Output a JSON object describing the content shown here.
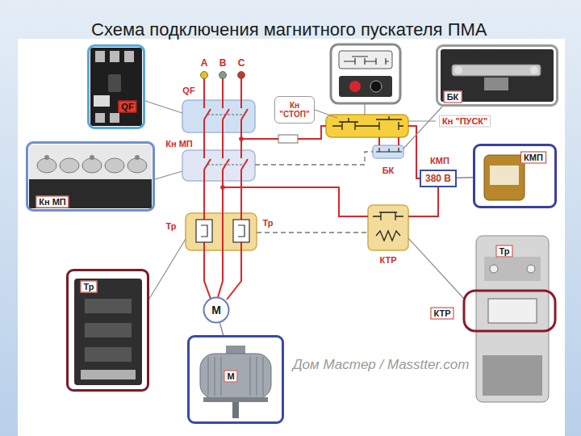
{
  "diagram": {
    "title": "Схема подключения магнитного пускателя ПМА",
    "nodes": [
      {
        "text": [
          "QF"
        ]
      },
      {
        "text": [
          "БК"
        ]
      },
      {
        "text": [
          "Кн \"СТОП\""
        ]
      },
      {
        "text": [
          "Кн МП"
        ]
      },
      {
        "text": [
          "КМП"
        ]
      },
      {
        "text": [
          "380 В"
        ]
      },
      {
        "text": [
          "Тр",
          "КТР"
        ]
      },
      {
        "text": [
          "Тр"
        ]
      },
      {
        "text": [
          "М"
        ]
      },
      {
        "text": [
          "М"
        ]
      }
    ],
    "edges": [
      {
        "from": 5,
        "to": 4,
        "arrow": "none"
      },
      {
        "from": 8,
        "to": 9,
        "arrow": "none"
      }
    ],
    "labels": [
      "A",
      "B",
      "C",
      "QF",
      "Кн \"ПУСК\"",
      "Кн МП",
      "КМП",
      "БК",
      "Тр",
      "Тр",
      "КТР",
      "Дом Мастер / Masstter.com"
    ]
  }
}
